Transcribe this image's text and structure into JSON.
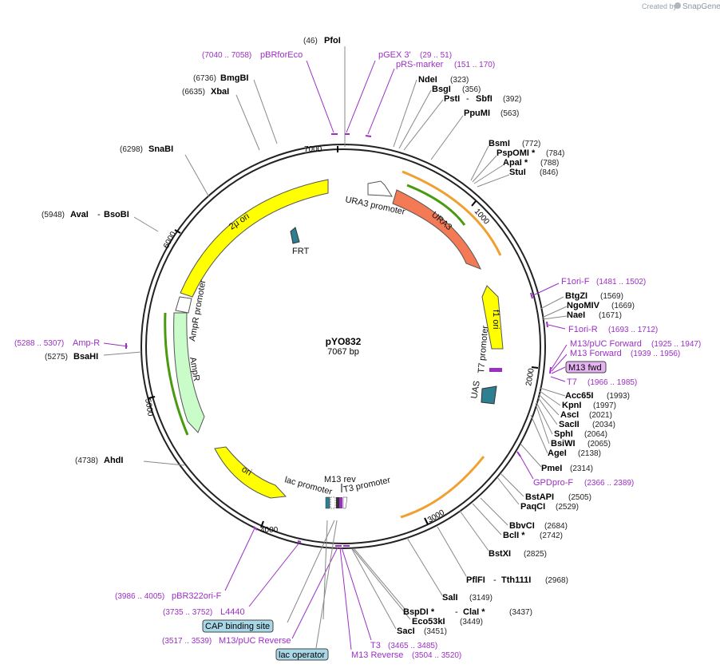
{
  "credit": {
    "created_by": "Created by",
    "brand": "SnapGene"
  },
  "plasmid": {
    "name": "pYO832",
    "length": "7067 bp"
  },
  "ticks": [
    "1000",
    "2000",
    "3000",
    "4000",
    "5000",
    "6000",
    "7000"
  ],
  "enzymes": [
    {
      "pos": "(46)",
      "name": "PfoI"
    },
    {
      "pos": "(323)",
      "name": "NdeI"
    },
    {
      "pos": "(356)",
      "name": "BsgI"
    },
    {
      "pos": "(392)",
      "name": "PstI",
      "name2": "SbfI"
    },
    {
      "pos": "(563)",
      "name": "PpuMI"
    },
    {
      "pos": "(772)",
      "name": "BsmI"
    },
    {
      "pos": "(784)",
      "name": "PspOMI *"
    },
    {
      "pos": "(788)",
      "name": "ApaI *"
    },
    {
      "pos": "(846)",
      "name": "StuI"
    },
    {
      "pos": "(1569)",
      "name": "BtgZI"
    },
    {
      "pos": "(1669)",
      "name": "NgoMIV"
    },
    {
      "pos": "(1671)",
      "name": "NaeI"
    },
    {
      "pos": "(1993)",
      "name": "Acc65I"
    },
    {
      "pos": "(1997)",
      "name": "KpnI"
    },
    {
      "pos": "(2021)",
      "name": "AscI"
    },
    {
      "pos": "(2034)",
      "name": "SacII"
    },
    {
      "pos": "(2064)",
      "name": "SphI"
    },
    {
      "pos": "(2065)",
      "name": "BsiWI"
    },
    {
      "pos": "(2138)",
      "name": "AgeI"
    },
    {
      "pos": "(2314)",
      "name": "PmeI"
    },
    {
      "pos": "(2505)",
      "name": "BstAPI"
    },
    {
      "pos": "(2529)",
      "name": "PaqCI"
    },
    {
      "pos": "(2684)",
      "name": "BbvCI"
    },
    {
      "pos": "(2742)",
      "name": "BclI *"
    },
    {
      "pos": "(2825)",
      "name": "BstXI"
    },
    {
      "pos": "(2968)",
      "name": "PflFI",
      "name2": "Tth111I"
    },
    {
      "pos": "(3149)",
      "name": "SalI"
    },
    {
      "pos": "(3437)",
      "name": "BspDI *",
      "name2": "ClaI *"
    },
    {
      "pos": "(3449)",
      "name": "Eco53kI"
    },
    {
      "pos": "(3451)",
      "name": "SacI"
    },
    {
      "pos": "(4738)",
      "name": "AhdI"
    },
    {
      "pos": "(5275)",
      "name": "BsaHI"
    },
    {
      "pos": "(5948)",
      "name": "AvaI",
      "name2": "BsoBI"
    },
    {
      "pos": "(6298)",
      "name": "SnaBI"
    },
    {
      "pos": "(6635)",
      "name": "XbaI"
    },
    {
      "pos": "(6736)",
      "name": "BmgBI"
    }
  ],
  "primers": [
    {
      "name": "pBRforEco",
      "range": "(7040 .. 7058)"
    },
    {
      "name": "pGEX 3'",
      "range": "(29 .. 51)"
    },
    {
      "name": "pRS-marker",
      "range": "(151 .. 170)"
    },
    {
      "name": "F1ori-F",
      "range": "(1481 .. 1502)"
    },
    {
      "name": "F1ori-R",
      "range": "(1693 .. 1712)"
    },
    {
      "name": "M13/pUC Forward",
      "range": "(1925 .. 1947)"
    },
    {
      "name": "M13 Forward",
      "range": "(1939 .. 1956)"
    },
    {
      "name": "T7",
      "range": "(1966 .. 1985)"
    },
    {
      "name": "GPDpro-F",
      "range": "(2366 .. 2389)"
    },
    {
      "name": "Amp-R",
      "range": "(5288 .. 5307)"
    },
    {
      "name": "pBR322ori-F",
      "range": "(3986 .. 4005)"
    },
    {
      "name": "L4440",
      "range": "(3735 .. 3752)"
    },
    {
      "name": "M13/pUC Reverse",
      "range": "(3517 .. 3539)"
    },
    {
      "name": "T3",
      "range": "(3465 .. 3485)"
    },
    {
      "name": "M13 Reverse",
      "range": "(3504 .. 3520)"
    }
  ],
  "boxes": {
    "m13fwd": "M13 fwd",
    "cap": "CAP binding site",
    "lac": "lac operator"
  },
  "features": {
    "ura3_promoter": "URA3 promoter",
    "ura3": "URA3",
    "f1_ori": "f1 ori",
    "t7_promoter": "T7 promoter",
    "uas": "UAS",
    "frt": "FRT",
    "two_mu_ori": "2μ ori",
    "ampr_promoter": "AmpR promoter",
    "ampr": "AmpR",
    "ori": "ori",
    "lac_promoter": "lac promoter",
    "m13_rev": "M13 rev",
    "t3_promoter": "T3 promoter"
  },
  "colors": {
    "primer": "#9b2fc4",
    "yellow": "#ffff00",
    "ura3": "#f47a55",
    "ampr": "#c9fcc9",
    "teal": "#2f7f93",
    "box_blue": "#a8d8e8",
    "box_purple": "#e6b3f2",
    "orange": "#f0a030",
    "green": "#4a9a10"
  }
}
